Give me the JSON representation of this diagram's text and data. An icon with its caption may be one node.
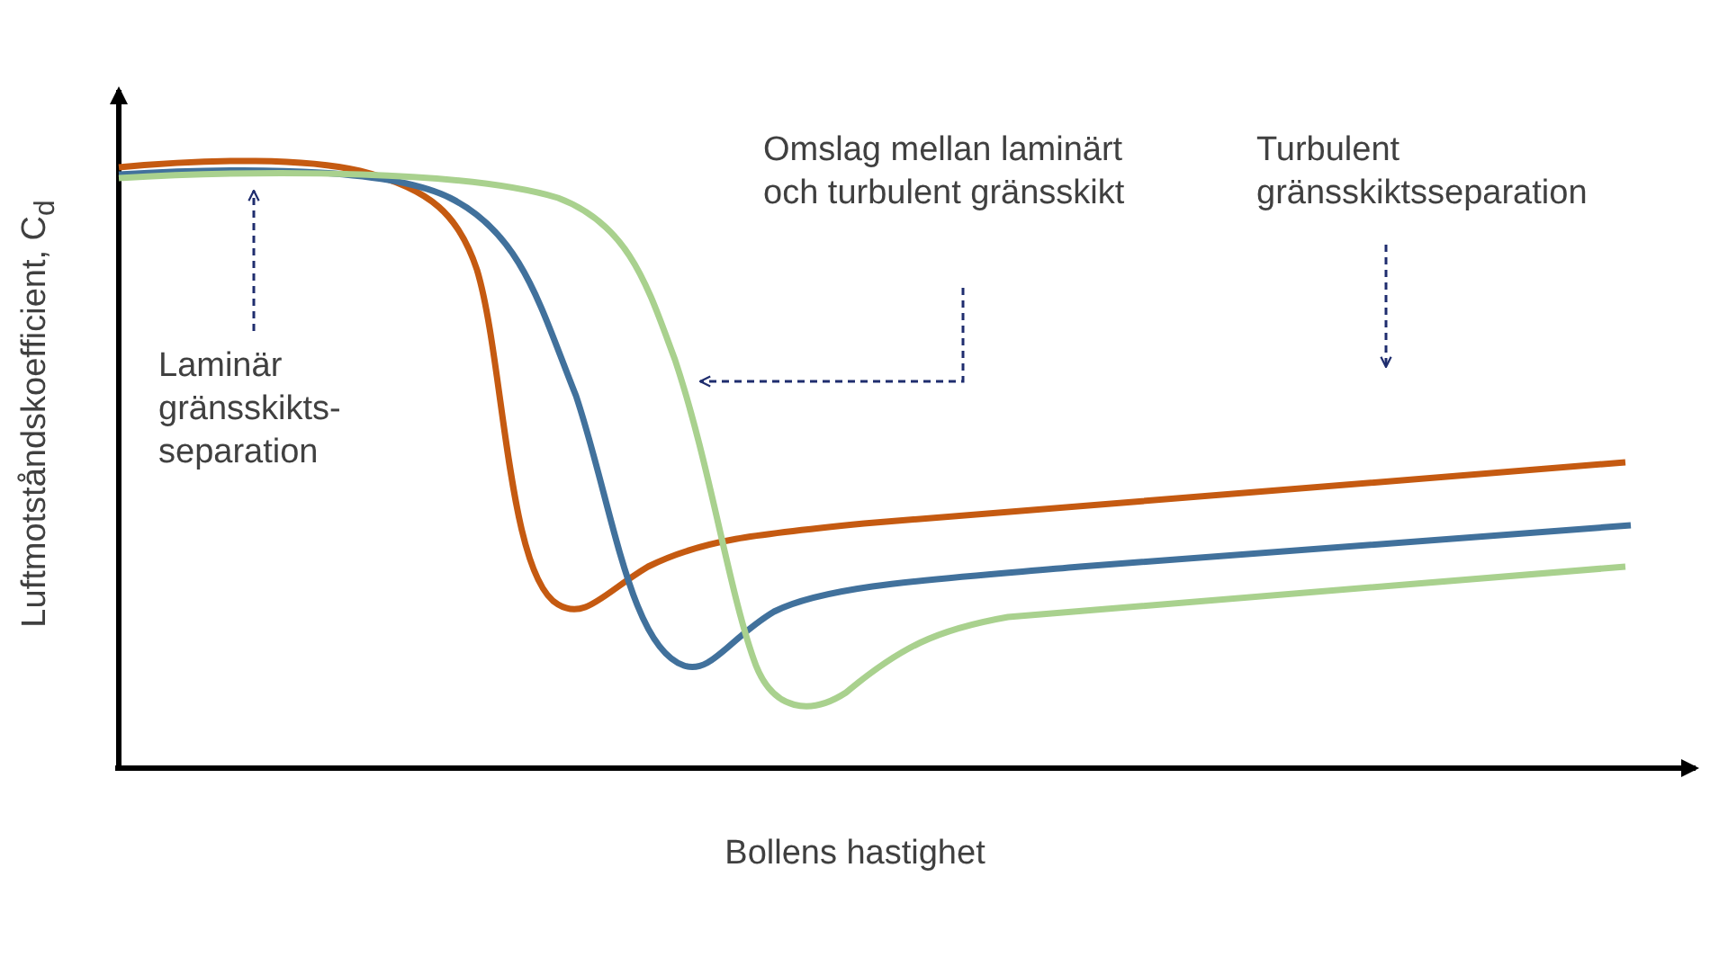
{
  "diagram": {
    "nodes": [
      {
        "text": [
          "Laminär gränsskikts-separation"
        ]
      },
      {
        "text": [
          "Omslag mellan laminärt och turbulent gränsskikt"
        ]
      },
      {
        "text": [
          "Turbulent gränsskiktsseparation"
        ]
      }
    ],
    "edges": [
      {
        "from": 0,
        "to": null,
        "arrow": "to",
        "style": "dashed"
      },
      {
        "from": 1,
        "to": null,
        "arrow": "to",
        "style": "dashed"
      },
      {
        "from": 2,
        "to": null,
        "arrow": "to",
        "style": "dashed"
      }
    ],
    "labels": [
      "Luftmotståndskoefficient, C$_{d}$",
      "Bollens hastighet"
    ]
  }
}
